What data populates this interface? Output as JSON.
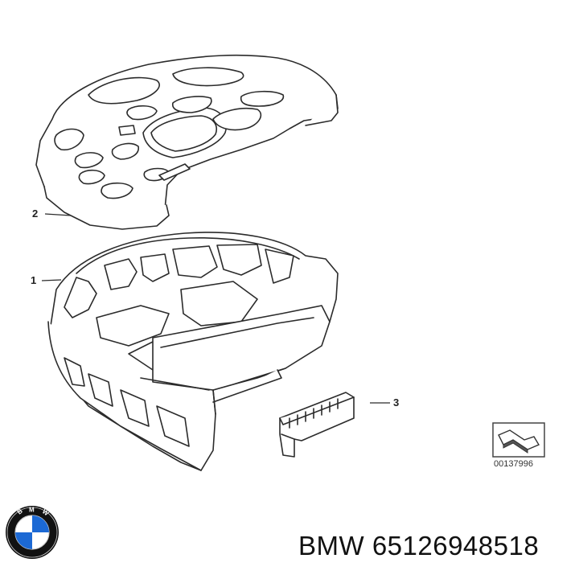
{
  "callouts": {
    "part_1": "1",
    "part_2": "2",
    "part_3": "3"
  },
  "reference_code": "00137996",
  "caption": "BMW 65126948518",
  "logo_lettering": "BMW",
  "colors": {
    "line": "#2b2b2b",
    "fill": "#ffffff",
    "logo_blue": "#1c69d4",
    "logo_ring": "#111111"
  }
}
